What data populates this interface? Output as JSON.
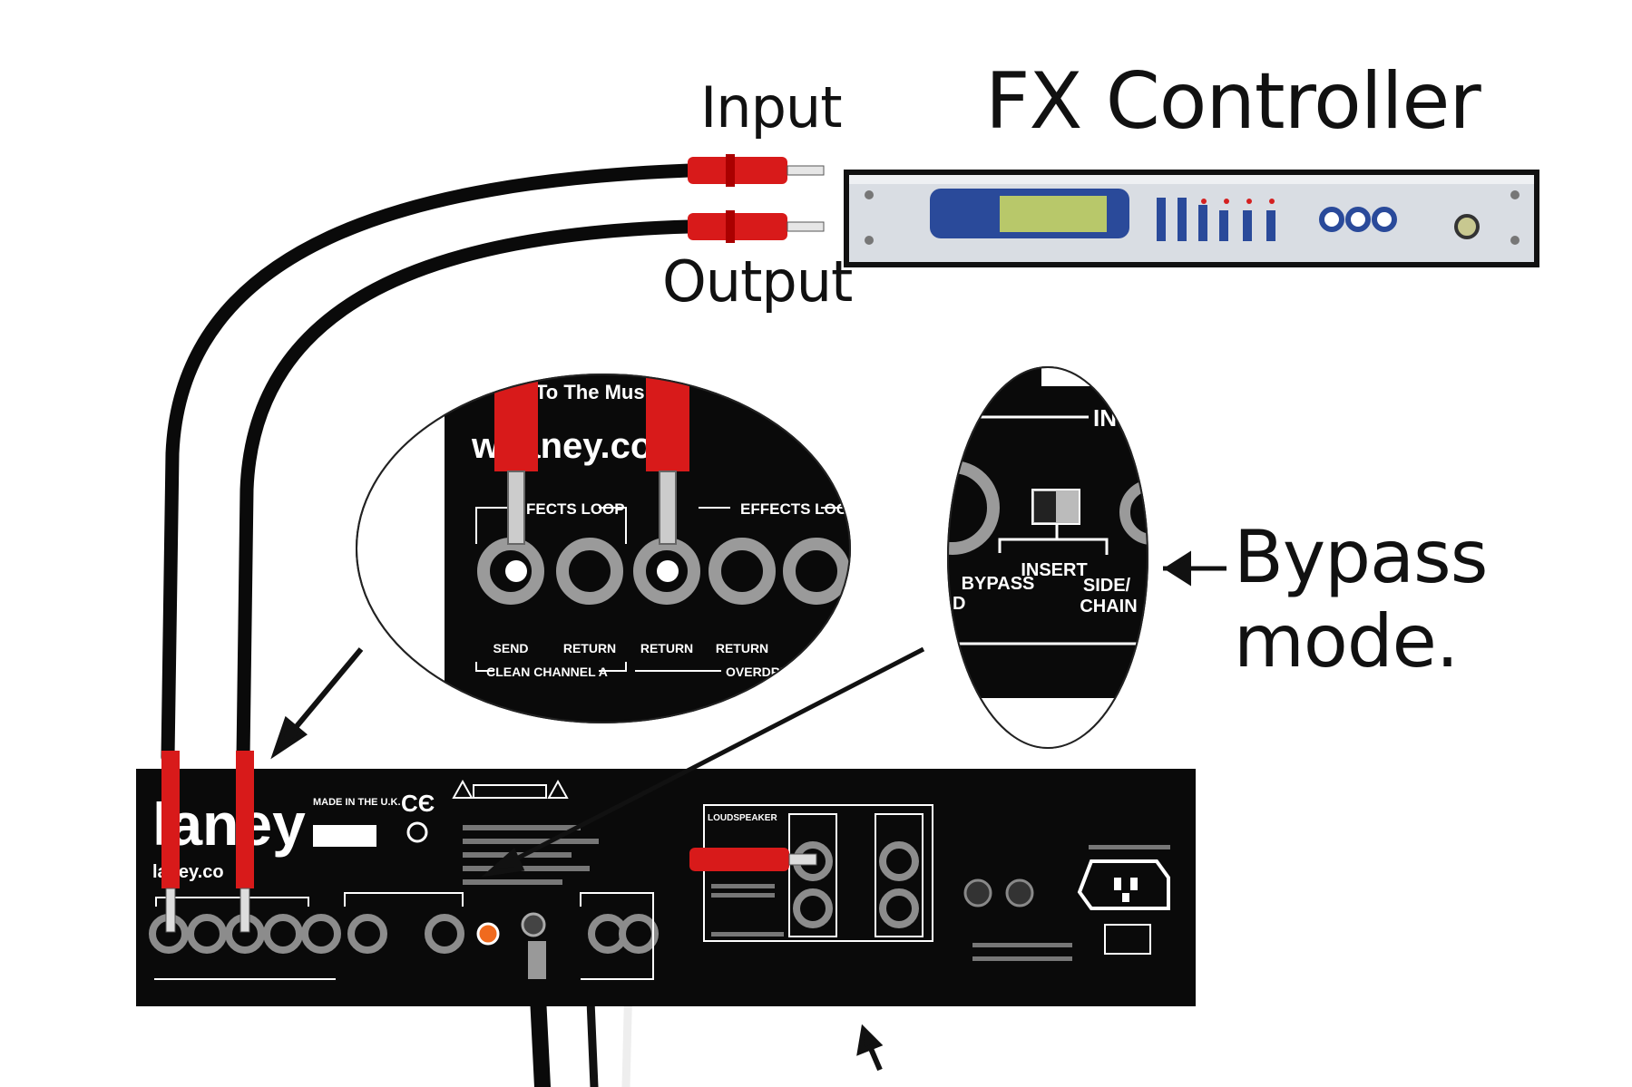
{
  "labels": {
    "input": "Input",
    "output": "Output",
    "fx_controller": "FX Controller",
    "bypass_mode": "Bypass mode."
  },
  "zoom_left": {
    "tagline": "To The Mus",
    "url": "w  laney.co  k",
    "loop_left": "FECTS LOOP",
    "loop_right": "EFFECTS LOOP",
    "jack_labels": [
      "SEND",
      "RETURN",
      "RETURN",
      "RETURN"
    ],
    "channel_a": "CLEAN CHANNEL A",
    "channel_b": "OVERDRIVE C"
  },
  "zoom_right": {
    "header": "INS",
    "switch_labels": [
      "BYPASS",
      "INSERT",
      "SIDE/",
      "CHAIN"
    ],
    "left_edge": "D"
  },
  "amp_panel": {
    "brand": "laney",
    "url": "laney.co",
    "made_in": "MADE IN THE U.K.",
    "loudspeaker": "LOUDSPEAKER"
  },
  "colors": {
    "plug_red": "#d81a1a",
    "panel_black": "#0a0a0a",
    "rack_silver": "#d9dde3",
    "lcd_green": "#b8c86a",
    "display_blue": "#2a4a9a"
  }
}
